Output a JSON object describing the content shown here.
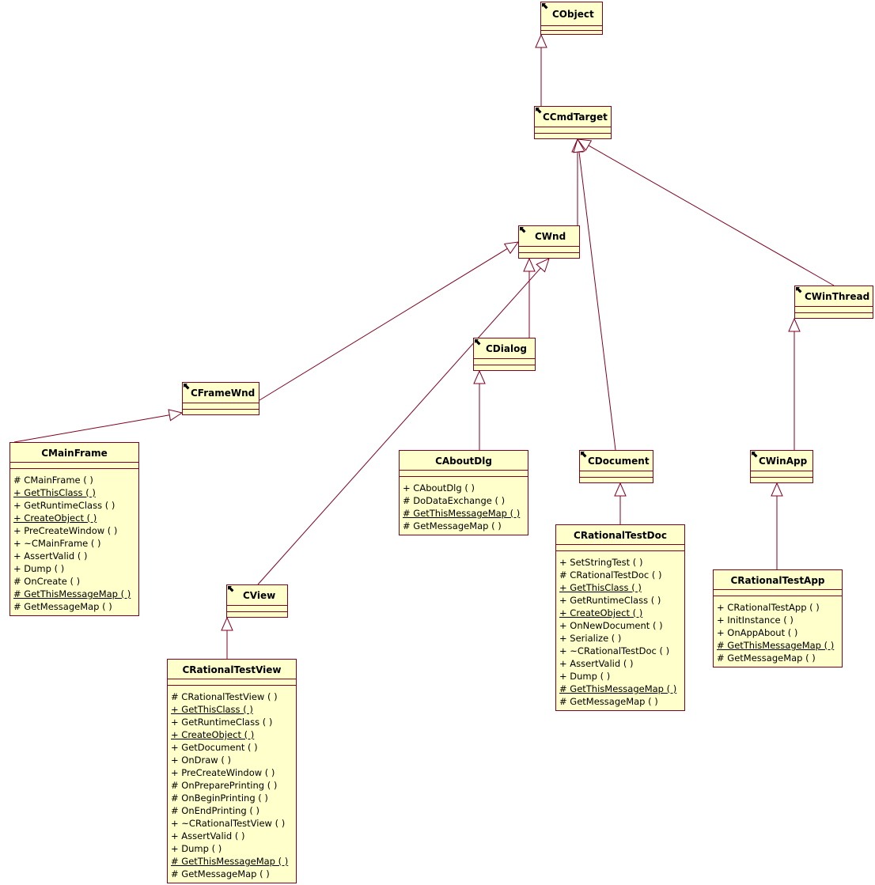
{
  "colors": {
    "border": "#800020",
    "fill": "#ffffcc",
    "line": "#800020"
  },
  "classes": [
    {
      "id": "CObject",
      "name": "CObject",
      "operations": []
    },
    {
      "id": "CCmdTarget",
      "name": "CCmdTarget",
      "operations": []
    },
    {
      "id": "CWnd",
      "name": "CWnd",
      "operations": []
    },
    {
      "id": "CWinThread",
      "name": "CWinThread",
      "operations": []
    },
    {
      "id": "CDialog",
      "name": "CDialog",
      "operations": []
    },
    {
      "id": "CFrameWnd",
      "name": "CFrameWnd",
      "operations": []
    },
    {
      "id": "CMainFrame",
      "name": "CMainFrame",
      "operations": [
        {
          "text": "# CMainFrame ( )",
          "underline": false
        },
        {
          "text": "+ GetThisClass ( )",
          "underline": true
        },
        {
          "text": "+ GetRuntimeClass ( )",
          "underline": false
        },
        {
          "text": "+ CreateObject ( )",
          "underline": true
        },
        {
          "text": "+ PreCreateWindow ( )",
          "underline": false
        },
        {
          "text": "+ ~CMainFrame ( )",
          "underline": false
        },
        {
          "text": "+ AssertValid ( )",
          "underline": false
        },
        {
          "text": "+ Dump ( )",
          "underline": false
        },
        {
          "text": "# OnCreate ( )",
          "underline": false
        },
        {
          "text": "# GetThisMessageMap ( )",
          "underline": true
        },
        {
          "text": "# GetMessageMap ( )",
          "underline": false
        }
      ]
    },
    {
      "id": "CAboutDlg",
      "name": "CAboutDlg",
      "operations": [
        {
          "text": "+ CAboutDlg ( )",
          "underline": false
        },
        {
          "text": "# DoDataExchange ( )",
          "underline": false
        },
        {
          "text": "# GetThisMessageMap ( )",
          "underline": true
        },
        {
          "text": "# GetMessageMap ( )",
          "underline": false
        }
      ]
    },
    {
      "id": "CDocument",
      "name": "CDocument",
      "operations": []
    },
    {
      "id": "CWinApp",
      "name": "CWinApp",
      "operations": []
    },
    {
      "id": "CRationalTestDoc",
      "name": "CRationalTestDoc",
      "operations": [
        {
          "text": "+ SetStringTest ( )",
          "underline": false
        },
        {
          "text": "# CRationalTestDoc ( )",
          "underline": false
        },
        {
          "text": "+ GetThisClass ( )",
          "underline": true
        },
        {
          "text": "+ GetRuntimeClass ( )",
          "underline": false
        },
        {
          "text": "+ CreateObject ( )",
          "underline": true
        },
        {
          "text": "+ OnNewDocument ( )",
          "underline": false
        },
        {
          "text": "+ Serialize ( )",
          "underline": false
        },
        {
          "text": "+ ~CRationalTestDoc ( )",
          "underline": false
        },
        {
          "text": "+ AssertValid ( )",
          "underline": false
        },
        {
          "text": "+ Dump ( )",
          "underline": false
        },
        {
          "text": "# GetThisMessageMap ( )",
          "underline": true
        },
        {
          "text": "# GetMessageMap ( )",
          "underline": false
        }
      ]
    },
    {
      "id": "CRationalTestApp",
      "name": "CRationalTestApp",
      "operations": [
        {
          "text": "+ CRationalTestApp ( )",
          "underline": false
        },
        {
          "text": "+ InitInstance ( )",
          "underline": false
        },
        {
          "text": "+ OnAppAbout ( )",
          "underline": false
        },
        {
          "text": "# GetThisMessageMap ( )",
          "underline": true
        },
        {
          "text": "# GetMessageMap ( )",
          "underline": false
        }
      ]
    },
    {
      "id": "CView",
      "name": "CView",
      "operations": []
    },
    {
      "id": "CRationalTestView",
      "name": "CRationalTestView",
      "operations": [
        {
          "text": "# CRationalTestView ( )",
          "underline": false
        },
        {
          "text": "+ GetThisClass ( )",
          "underline": true
        },
        {
          "text": "+ GetRuntimeClass ( )",
          "underline": false
        },
        {
          "text": "+ CreateObject ( )",
          "underline": true
        },
        {
          "text": "+ GetDocument ( )",
          "underline": false
        },
        {
          "text": "+ OnDraw ( )",
          "underline": false
        },
        {
          "text": "+ PreCreateWindow ( )",
          "underline": false
        },
        {
          "text": "# OnPreparePrinting ( )",
          "underline": false
        },
        {
          "text": "# OnBeginPrinting ( )",
          "underline": false
        },
        {
          "text": "# OnEndPrinting ( )",
          "underline": false
        },
        {
          "text": "+ ~CRationalTestView ( )",
          "underline": false
        },
        {
          "text": "+ AssertValid ( )",
          "underline": false
        },
        {
          "text": "+ Dump ( )",
          "underline": false
        },
        {
          "text": "# GetThisMessageMap ( )",
          "underline": true
        },
        {
          "text": "# GetMessageMap ( )",
          "underline": false
        }
      ]
    }
  ],
  "generalizations": [
    {
      "child": "CCmdTarget",
      "parent": "CObject"
    },
    {
      "child": "CWnd",
      "parent": "CCmdTarget"
    },
    {
      "child": "CDocument",
      "parent": "CCmdTarget"
    },
    {
      "child": "CWinThread",
      "parent": "CCmdTarget"
    },
    {
      "child": "CFrameWnd",
      "parent": "CWnd"
    },
    {
      "child": "CDialog",
      "parent": "CWnd"
    },
    {
      "child": "CView",
      "parent": "CWnd"
    },
    {
      "child": "CMainFrame",
      "parent": "CFrameWnd"
    },
    {
      "child": "CAboutDlg",
      "parent": "CDialog"
    },
    {
      "child": "CRationalTestDoc",
      "parent": "CDocument"
    },
    {
      "child": "CWinApp",
      "parent": "CWinThread"
    },
    {
      "child": "CRationalTestApp",
      "parent": "CWinApp"
    },
    {
      "child": "CRationalTestView",
      "parent": "CView"
    }
  ]
}
